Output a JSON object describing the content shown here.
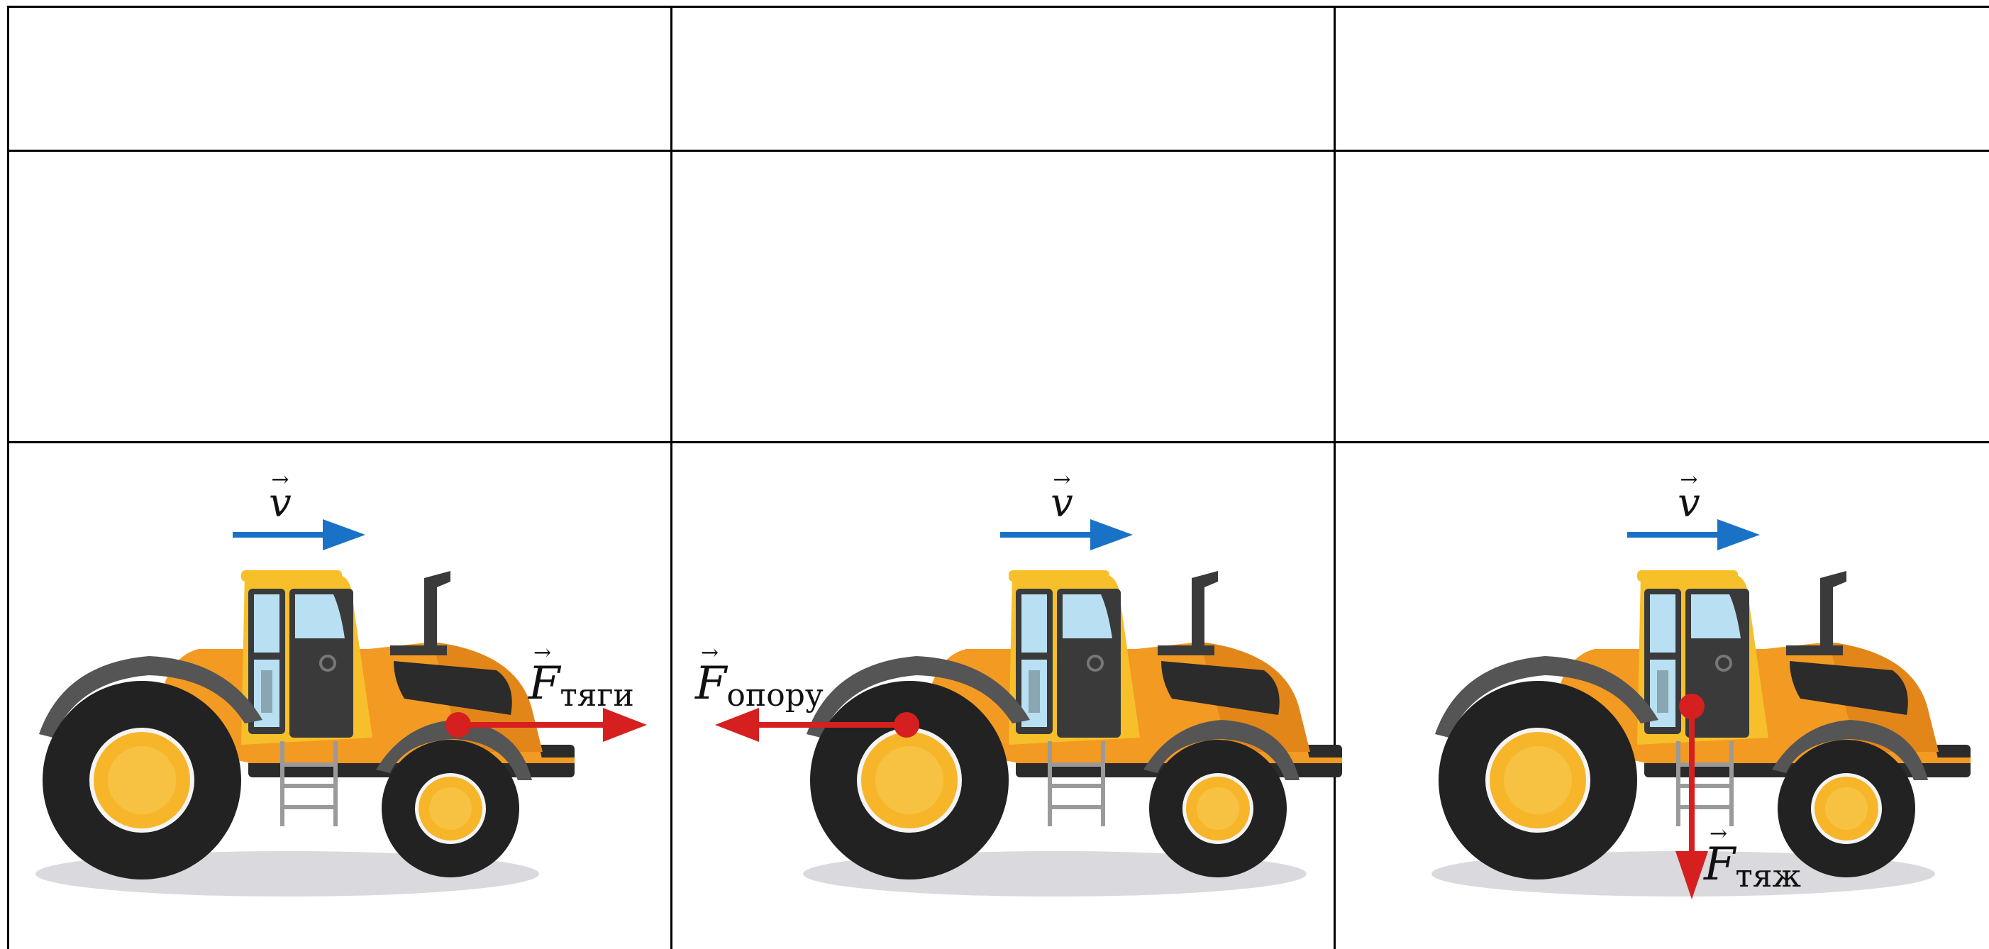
{
  "colors": {
    "grid_line": "#000000",
    "velocity_arrow": "#1a72c6",
    "force_arrow": "#d61f1f",
    "tractor_body": "#f39a22",
    "tractor_cab": "#f7c02a",
    "tire": "#222222",
    "hub": "#f7b52a",
    "window": "#b9e0f2",
    "shadow": "#d9d9de"
  },
  "table": {
    "rows": 3,
    "columns": 3,
    "empty_cells": [
      "r1c1",
      "r1c2",
      "r1c3",
      "r2c1",
      "r2c2",
      "r2c3"
    ]
  },
  "panels": [
    {
      "id": "panel-traction",
      "velocity_label": "v",
      "force_label": "F",
      "force_subscript": "тяги",
      "force_direction": "right",
      "icon": "tractor-icon"
    },
    {
      "id": "panel-support",
      "velocity_label": "v",
      "force_label": "F",
      "force_subscript": "опору",
      "force_direction": "left",
      "icon": "tractor-icon"
    },
    {
      "id": "panel-gravity",
      "velocity_label": "v",
      "force_label": "F",
      "force_subscript": "тяж",
      "force_direction": "down",
      "icon": "tractor-icon"
    }
  ]
}
